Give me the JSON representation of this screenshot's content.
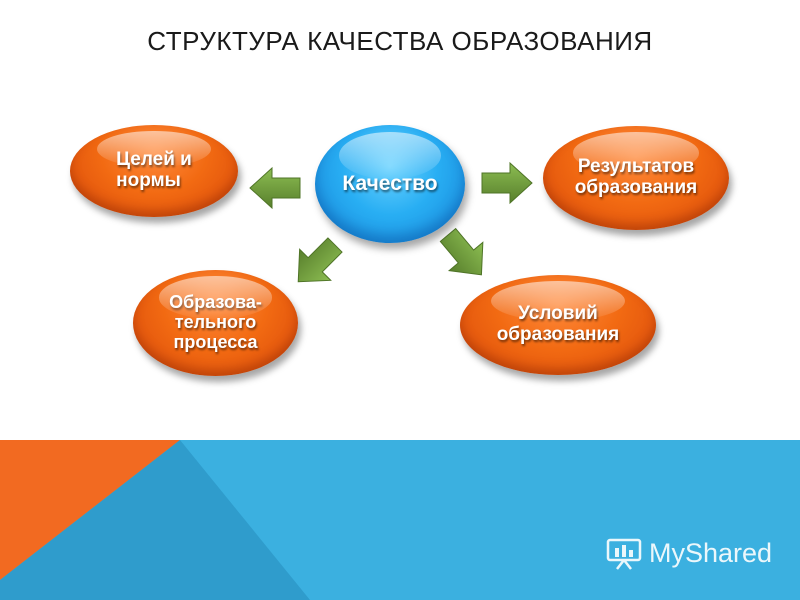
{
  "title": "СТРУКТУРА КАЧЕСТВА ОБРАЗОВАНИЯ",
  "nodes": {
    "center": "Качество",
    "goals": "Целей и\n     нормы",
    "results": "Результатов\nобразования",
    "process": "Образова-\nтельного\nпроцесса",
    "conditions": "Условий\nобразования"
  },
  "colors": {
    "orange": "#f26a12",
    "blue": "#28aef3",
    "arrow": "#6e9a3a",
    "band_blue": "#3bb0e0",
    "band_orange": "#f26a21"
  },
  "watermark": "MyShared"
}
